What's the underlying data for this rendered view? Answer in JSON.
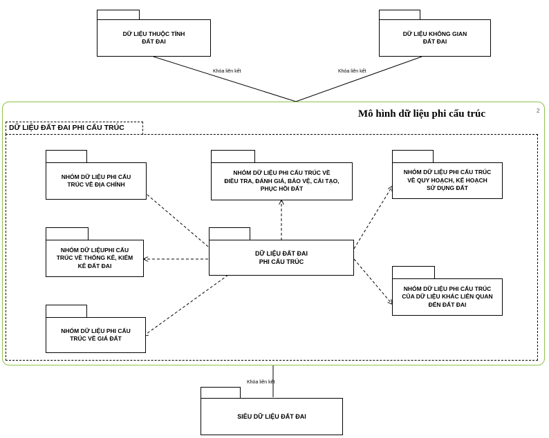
{
  "top_packages": {
    "attribute": "DỮ LIỆU THUỘC TÍNH\nĐẤT ĐAI",
    "spatial": "DỮ LIỆU KHÔNG GIAN\nĐẤT ĐAI"
  },
  "link_labels": {
    "left": "Khóa liên kết",
    "right": "Khóa liên kết",
    "bottom": "Khóa liên kết"
  },
  "model": {
    "title": "Mô hình dữ liệu phi cấu trúc",
    "corner_mark": "2",
    "frame_label": "DỮ LIỆU ĐẤT ĐAI PHI CẤU TRÚC"
  },
  "center_package": "DỮ LIỆU ĐẤT ĐAI\nPHI CẤU TRÚC",
  "groups": {
    "cadastral": "NHÓM DỮ LIỆU PHI CẤU\nTRÚC VỀ ĐỊA CHÍNH",
    "survey": "NHÓM DỮ LIỆU PHI CẤU TRÚC VỀ\nĐIỀU TRA, ĐÁNH GIÁ, BẢO VỆ, CẢI TẠO,\nPHỤC HỒI ĐẤT",
    "planning": "NHÓM  DỮ LIỆU PHI CẤU TRÚC\nVỀ QUY HOẠCH, KẾ HOẠCH\nSỬ DỤNG ĐẤT",
    "statistics": "NHÓM DỮ LIỆUPHI CẤU\nTRÚC VỀ THỐNG KÊ, KIỂM\nKÊ ĐẤT ĐAI",
    "price": "NHÓM DỮ LIỆU PHI CẤU\nTRÚC VỀ GIÁ ĐẤT",
    "other": "NHÓM DỮ LIỆU PHI CẤU TRÚC\nCỦA DỮ LIỆU KHÁC LIÊN QUAN\nĐẾN ĐẤT ĐAI"
  },
  "metadata_package": "SIÊU DỮ LIỆU ĐẤT ĐAI",
  "colors": {
    "outer_border": "#8bc34a",
    "stroke": "#000000"
  }
}
